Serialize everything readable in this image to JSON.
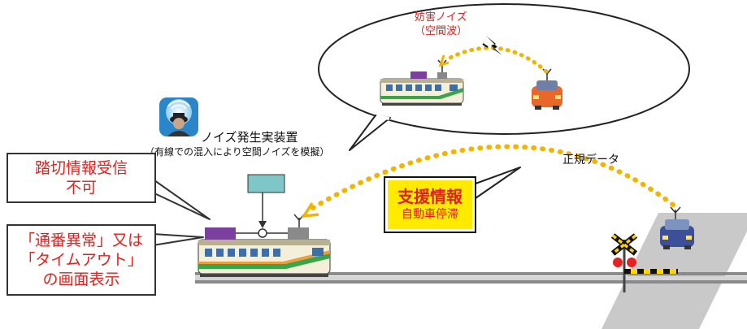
{
  "bubble": {
    "title_line1": "妨害ノイズ",
    "title_line2": "（空間波）"
  },
  "noise_device": {
    "label": "ノイズ発生実装置",
    "caption": "（有線での混入により空間ノイズを模擬）"
  },
  "normal_data_label": "正規データ",
  "support_box": {
    "title": "支援情報",
    "subtitle": "自動車停滞",
    "bg_color": "#ffea00",
    "text_color": "#e0201e"
  },
  "left_box_top": {
    "line1": "踏切情報受信",
    "line2": "不可"
  },
  "left_box_bottom": {
    "line1": "「通番異常」又は",
    "line2": "「タイムアウト」",
    "line3": "の画面表示"
  },
  "colors": {
    "dots": "#f2b400",
    "accent_red": "#e0201e",
    "train_body": "#f3efd9",
    "train_stripe": "#39a44a"
  },
  "icons": [
    "noise-device-icon",
    "train-icon",
    "car-icon",
    "crossing-signal-icon",
    "antenna-icon",
    "interference-bolt-icon"
  ]
}
